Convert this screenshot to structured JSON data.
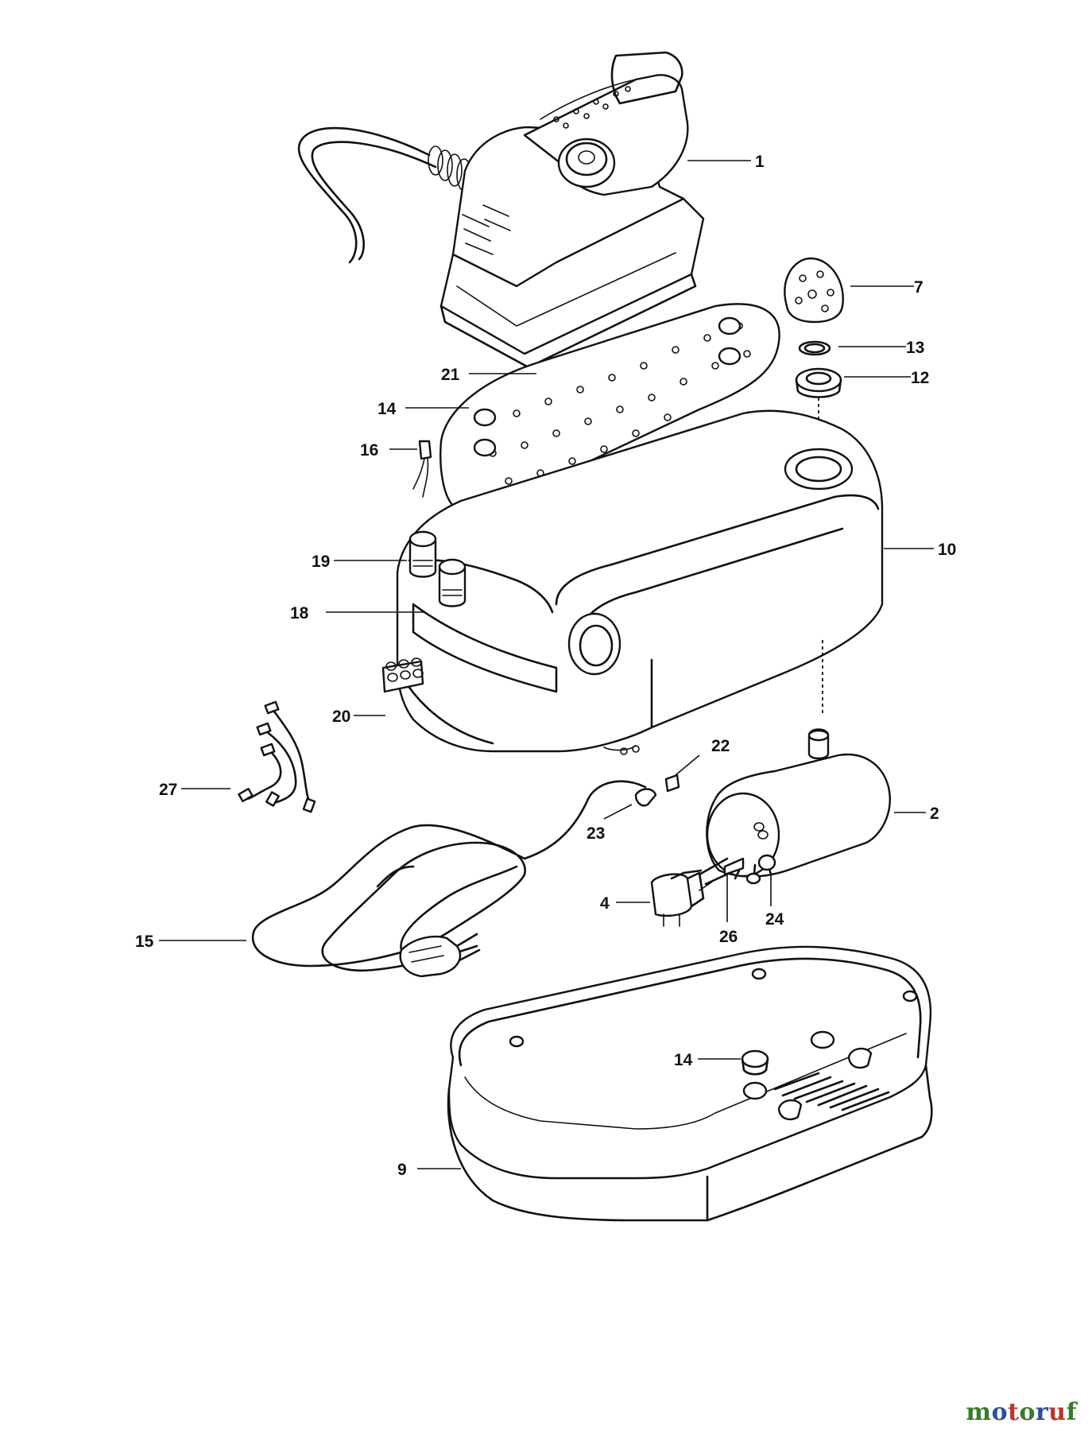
{
  "watermark": {
    "text": "motoruf",
    "colors": [
      "#3a7a2a",
      "#2c4f95",
      "#b23a2a"
    ]
  },
  "callouts": [
    {
      "id": "1",
      "label": "1"
    },
    {
      "id": "7",
      "label": "7"
    },
    {
      "id": "13",
      "label": "13"
    },
    {
      "id": "12",
      "label": "12"
    },
    {
      "id": "21",
      "label": "21"
    },
    {
      "id": "14a",
      "label": "14"
    },
    {
      "id": "16",
      "label": "16"
    },
    {
      "id": "10",
      "label": "10"
    },
    {
      "id": "19",
      "label": "19"
    },
    {
      "id": "18",
      "label": "18"
    },
    {
      "id": "20",
      "label": "20"
    },
    {
      "id": "22",
      "label": "22"
    },
    {
      "id": "27",
      "label": "27"
    },
    {
      "id": "2",
      "label": "2"
    },
    {
      "id": "23",
      "label": "23"
    },
    {
      "id": "4",
      "label": "4"
    },
    {
      "id": "24",
      "label": "24"
    },
    {
      "id": "26",
      "label": "26"
    },
    {
      "id": "15",
      "label": "15"
    },
    {
      "id": "14b",
      "label": "14"
    },
    {
      "id": "9",
      "label": "9"
    }
  ]
}
